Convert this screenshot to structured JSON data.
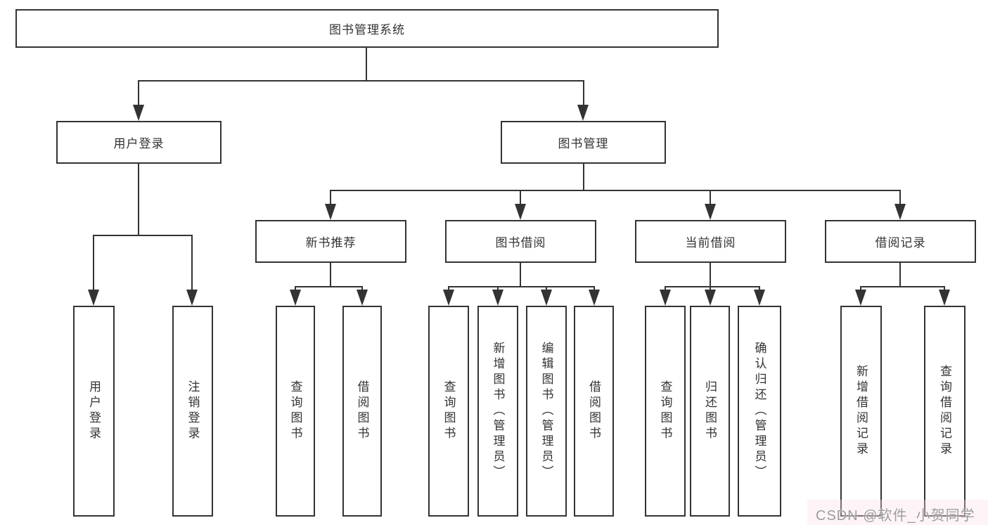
{
  "diagram": {
    "title": "图书管理系统",
    "level2": {
      "user_login": "用户登录",
      "book_management": "图书管理"
    },
    "level3": {
      "new_book_recommend": "新书推荐",
      "book_borrow": "图书借阅",
      "current_borrow": "当前借阅",
      "borrow_records": "借阅记录"
    },
    "leaves": {
      "user_login_leaf": "用户登录",
      "logout": "注销登录",
      "nb_query_books": "查询图书",
      "nb_borrow_books": "借阅图书",
      "bb_query_books": "查询图书",
      "bb_add_books": "新增图书（管理员）",
      "bb_edit_books": "编辑图书（管理员）",
      "bb_borrow_books": "借阅图书",
      "cb_query_books": "查询图书",
      "cb_return_books": "归还图书",
      "cb_confirm_return": "确认归还（管理员）",
      "br_add_record": "新增借阅记录",
      "br_query_record": "查询借阅记录"
    }
  },
  "watermark": "CSDN @软件_小贺同学",
  "colors": {
    "line": "#333333",
    "text": "#333333",
    "watermark": "#9c9c9c",
    "background": "#ffffff"
  }
}
